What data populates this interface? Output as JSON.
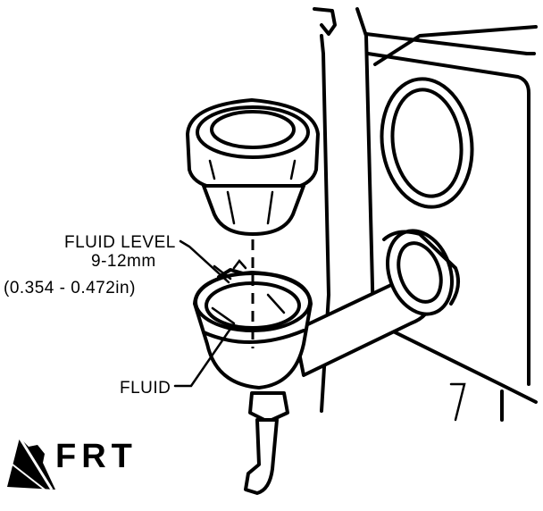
{
  "labels": {
    "fluid_level_line1": "FLUID LEVEL",
    "fluid_level_line2": "9-12mm",
    "fluid_level_line3": "(0.354 - 0.472in)",
    "fluid": "FLUID",
    "front": "FRT"
  },
  "icons": {
    "front_arrow": "arrow-icon"
  },
  "colors": {
    "ink": "#000000",
    "paper": "#ffffff"
  }
}
